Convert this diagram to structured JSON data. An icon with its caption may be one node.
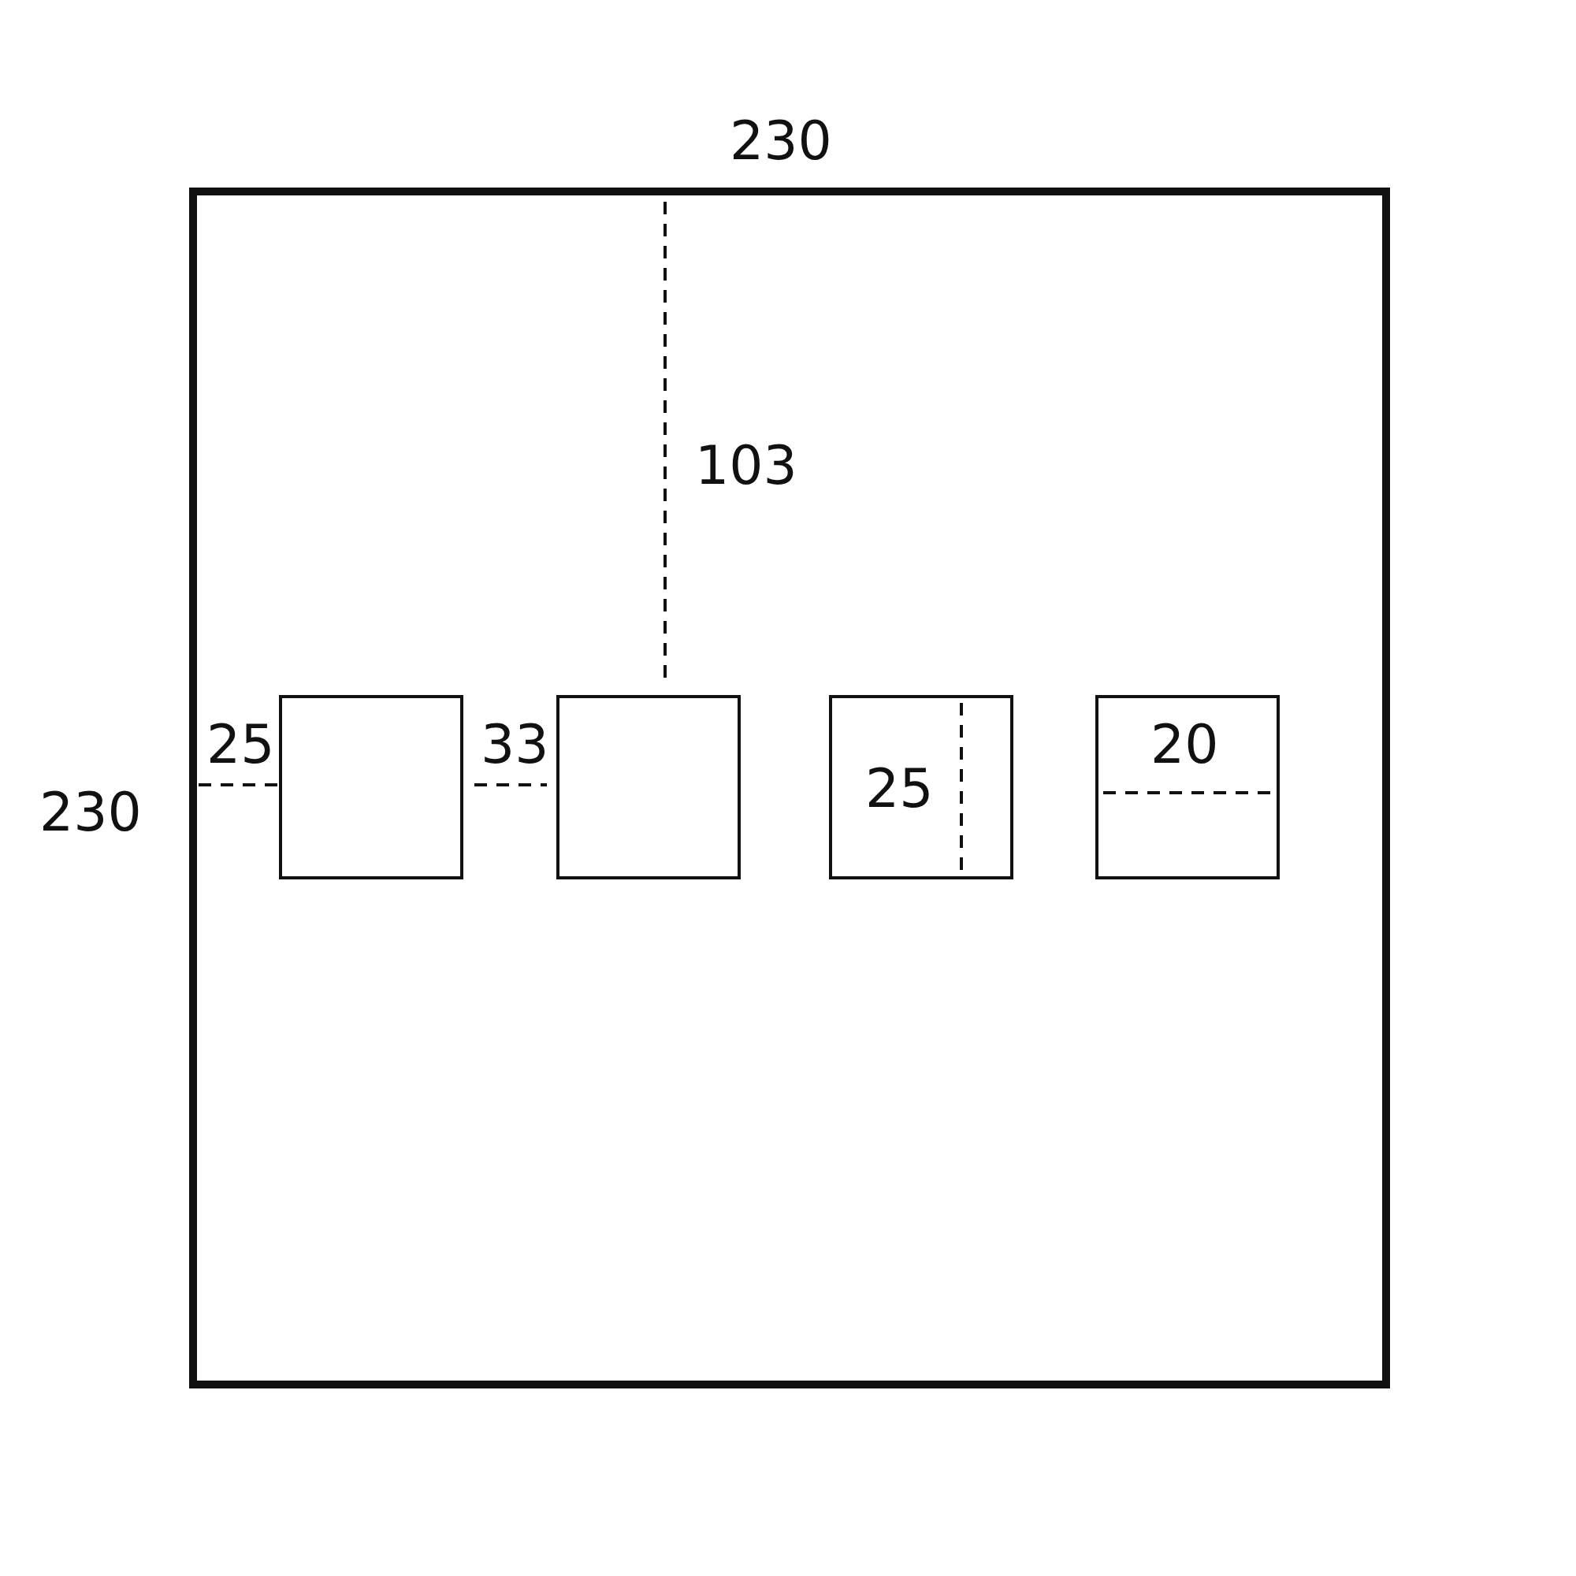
{
  "diagram": {
    "nodes": [
      {
        "text": [],
        "shape": "box"
      },
      {
        "text": [],
        "shape": "box",
        "in": 0
      },
      {
        "text": [],
        "shape": "box",
        "in": 0
      },
      {
        "text": [],
        "shape": "box",
        "in": 0
      },
      {
        "text": [],
        "shape": "box",
        "in": 0
      }
    ],
    "labels": [
      "230",
      "103",
      "230",
      "25",
      "33",
      "25",
      "20"
    ]
  }
}
